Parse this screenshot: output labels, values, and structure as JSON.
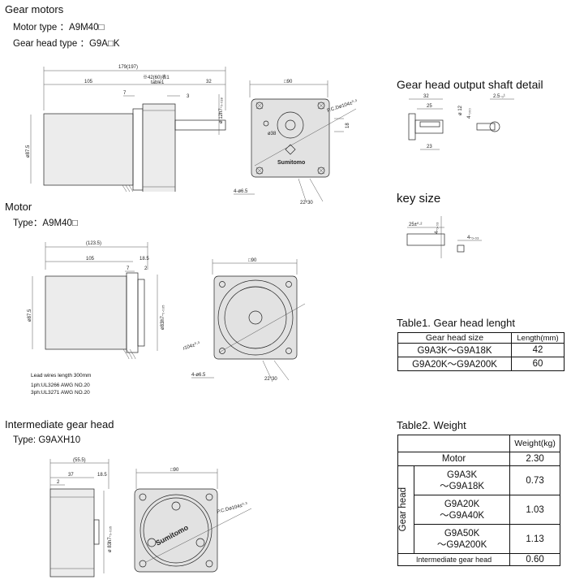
{
  "gear_motors": {
    "title": "Gear motors",
    "motor_type": "Motor type ：A9M40□",
    "gear_head_type": "Gear head type ：G9A□K",
    "dims": {
      "overall": "179(197)",
      "d105": "105",
      "table_note1": "※42(60)表1",
      "table_note2": "table1",
      "d32": "32",
      "d7": "7",
      "d3": "3",
      "shaft_dia": "ø 12h7-₀.₀₁₈",
      "body_dia": "ø87.5",
      "square": "□90",
      "pcd": "P.C.Dø104±⁰·³",
      "boss": "ø38",
      "d18": "18",
      "holes": "4-ø6.5",
      "angle": "22°30",
      "brand": "Sumitomo"
    }
  },
  "motor": {
    "title": "Motor",
    "type": "Type：A9M40□",
    "dims": {
      "overall": "(123.5)",
      "d105": "105",
      "d18_5": "18.5",
      "d7": "7",
      "d2": "2",
      "body_dia": "ø87.5",
      "spigot": "ø83h7-₀.₀₃₅",
      "square": "□90",
      "pcd": "P.C.Dø104±⁰·³",
      "holes": "4-ø6.5",
      "angle": "22°30"
    },
    "lead_note1": "Lead wires length 300mm",
    "lead_note2": "1ph:UL3266 AWG NO.20",
    "lead_note3": "3ph:UL3271 AWG NO.20"
  },
  "intermediate": {
    "title": "Intermediate gear head",
    "type": "Type: G9AXH10",
    "dims": {
      "overall": "(55.5)",
      "d37": "37",
      "d18_5": "18.5",
      "d2": "2",
      "spigot": "ø 83h7-₀.₀₃₅",
      "square": "□90",
      "pcd": "P.C.Dø104±⁰·³",
      "brand": "Sumitomo"
    }
  },
  "shaft_detail": {
    "title": "Gear head output shaft detail",
    "d32": "32",
    "d25": "25",
    "d23": "23",
    "shaft": "ø 12",
    "key": "4·₀₀₀",
    "depth": "2.5·₀¹"
  },
  "key_size": {
    "title": "key size",
    "len": "25±⁰·²",
    "h": "4-₀.₀₃",
    "w": "4-₀.₀₃"
  },
  "table1": {
    "title": "Table1.  Gear head lenght",
    "headers": [
      "Gear head size",
      "Length(mm)"
    ],
    "rows": [
      [
        "G9A3K～G9A18K",
        "42"
      ],
      [
        "G9A20K～G9A200K",
        "60"
      ]
    ]
  },
  "table2": {
    "title": "Table2.  Weight",
    "header": "Weight(kg)",
    "motor_label": "Motor",
    "motor_value": "2.30",
    "group_label": "Gear head",
    "rows": [
      {
        "l1": "G9A3K",
        "l2": "～G9A18K",
        "v": "0.73"
      },
      {
        "l1": "G9A20K",
        "l2": "～G9A40K",
        "v": "1.03"
      },
      {
        "l1": "G9A50K",
        "l2": "～G9A200K",
        "v": "1.13"
      }
    ],
    "inter_label": "Intermediate gear head",
    "inter_value": "0.60"
  }
}
